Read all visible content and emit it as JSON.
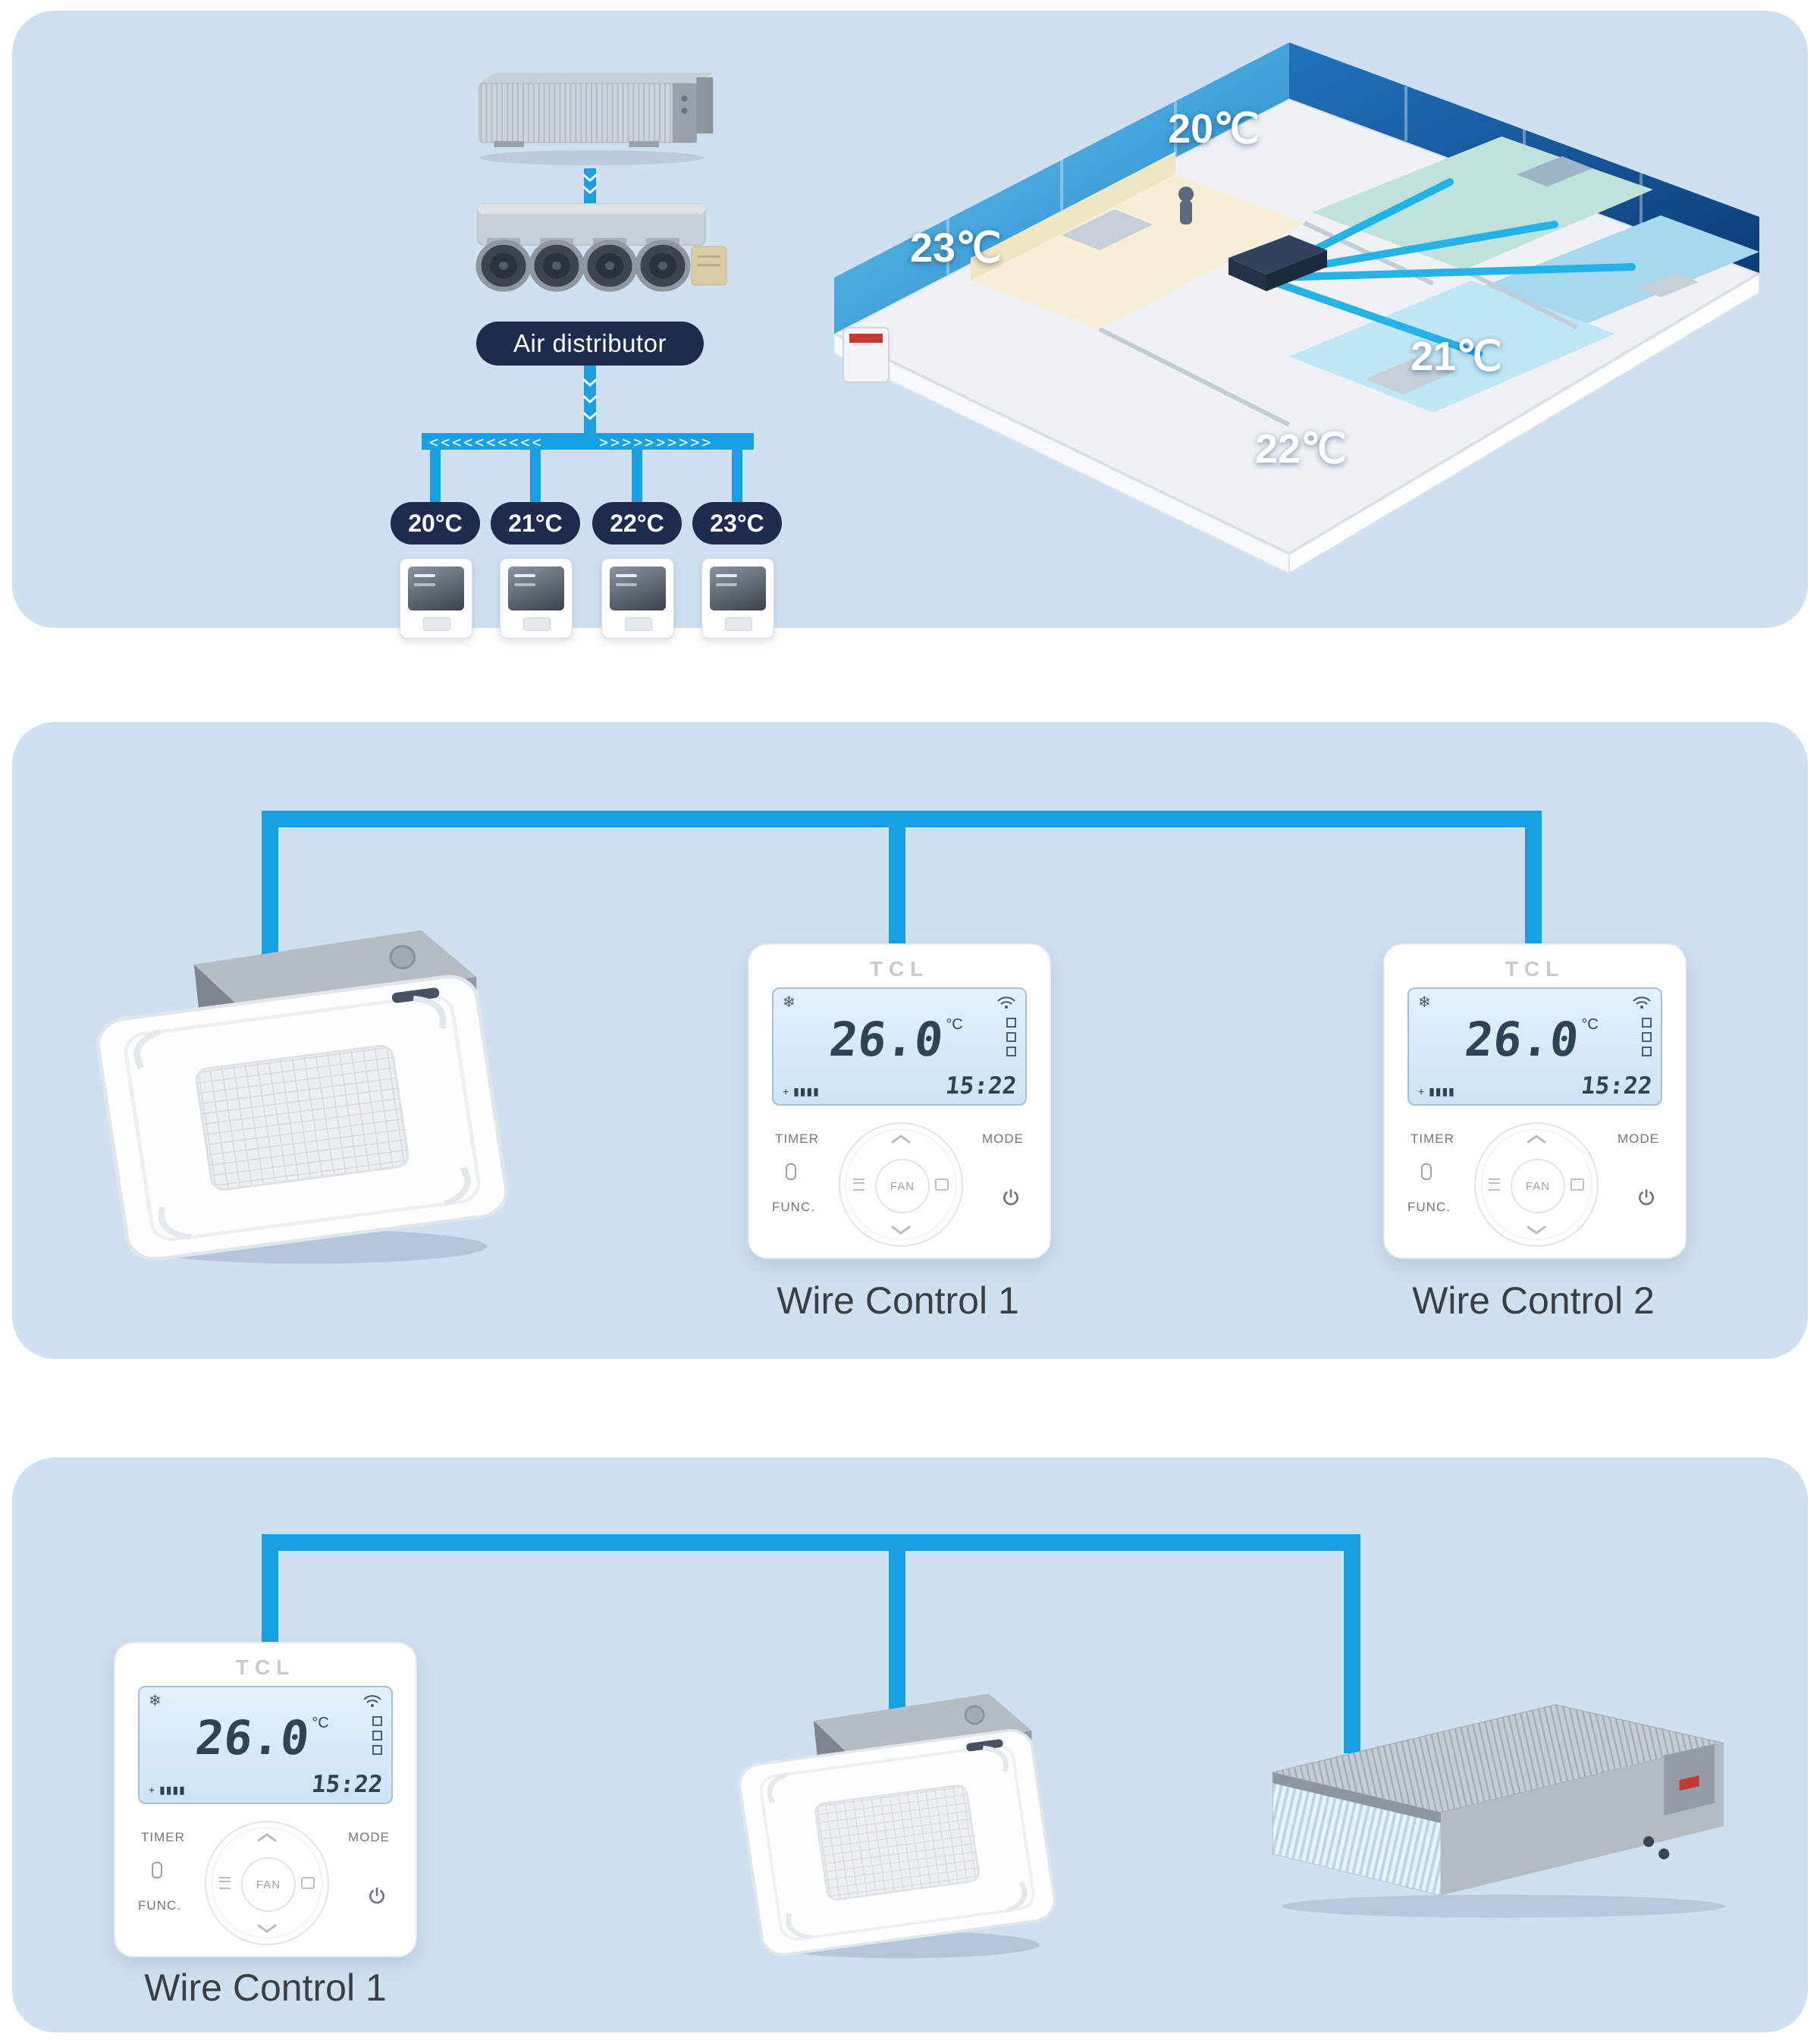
{
  "panel1": {
    "air_distributor_label": "Air distributor",
    "flow_left": "<<<<<<<<<<",
    "flow_right": ">>>>>>>>>>",
    "branch_temps": [
      "20°C",
      "21°C",
      "22°C",
      "23°C"
    ],
    "room_temps": [
      "20℃",
      "23℃",
      "21℃",
      "22℃"
    ]
  },
  "controller": {
    "brand": "TCL",
    "temp": "26.0",
    "temp_unit": "°C",
    "time": "15:22",
    "bars_text": "+ ▮▮▮▮",
    "timer_label": "TIMER",
    "func_label": "FUNC.",
    "mode_label": "MODE",
    "fan_label": "FAN"
  },
  "panel2": {
    "caption_1": "Wire Control 1",
    "caption_2": "Wire Control 2"
  },
  "panel3": {
    "caption_1": "Wire Control 1"
  },
  "colors": {
    "panel_bg": "#cfe0f1",
    "pipe_blue": "#18a0e4",
    "badge_navy": "#1e2b4e"
  }
}
